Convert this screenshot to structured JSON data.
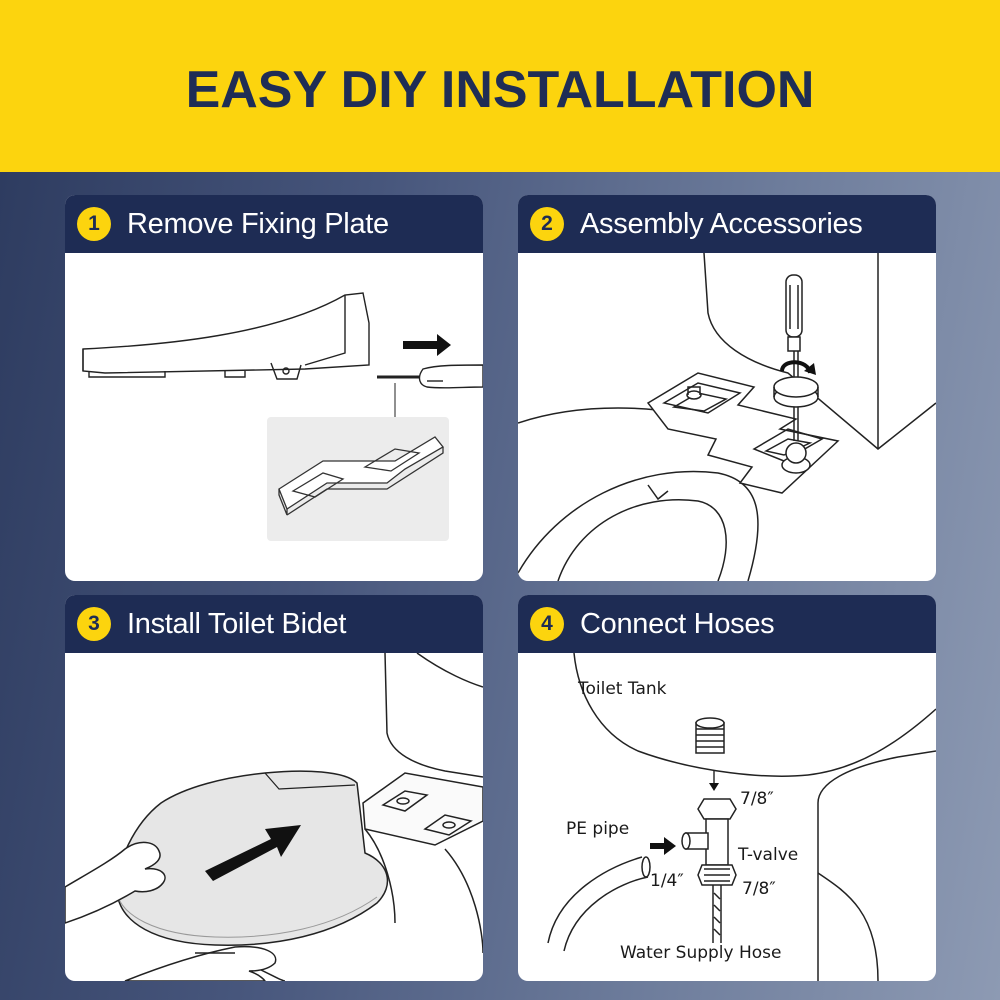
{
  "banner": {
    "title": "EASY DIY INSTALLATION"
  },
  "steps": [
    {
      "number": "1",
      "title": "Remove Fixing Plate"
    },
    {
      "number": "2",
      "title": "Assembly Accessories"
    },
    {
      "number": "3",
      "title": "Install Toilet Bidet"
    },
    {
      "number": "4",
      "title": "Connect Hoses"
    }
  ],
  "hose_labels": {
    "toilet_tank": "Toilet Tank",
    "size_top": "7/8″",
    "pe_pipe": "PE pipe",
    "t_valve": "T-valve",
    "size_quarter": "1/4″",
    "size_bottom": "7/8″",
    "water_supply_hose": "Water Supply Hose"
  },
  "colors": {
    "banner": "#fcd40e",
    "header_navy": "#1e2c54",
    "step_badge": "#fcd40e",
    "title_text": "#1f2d55"
  }
}
